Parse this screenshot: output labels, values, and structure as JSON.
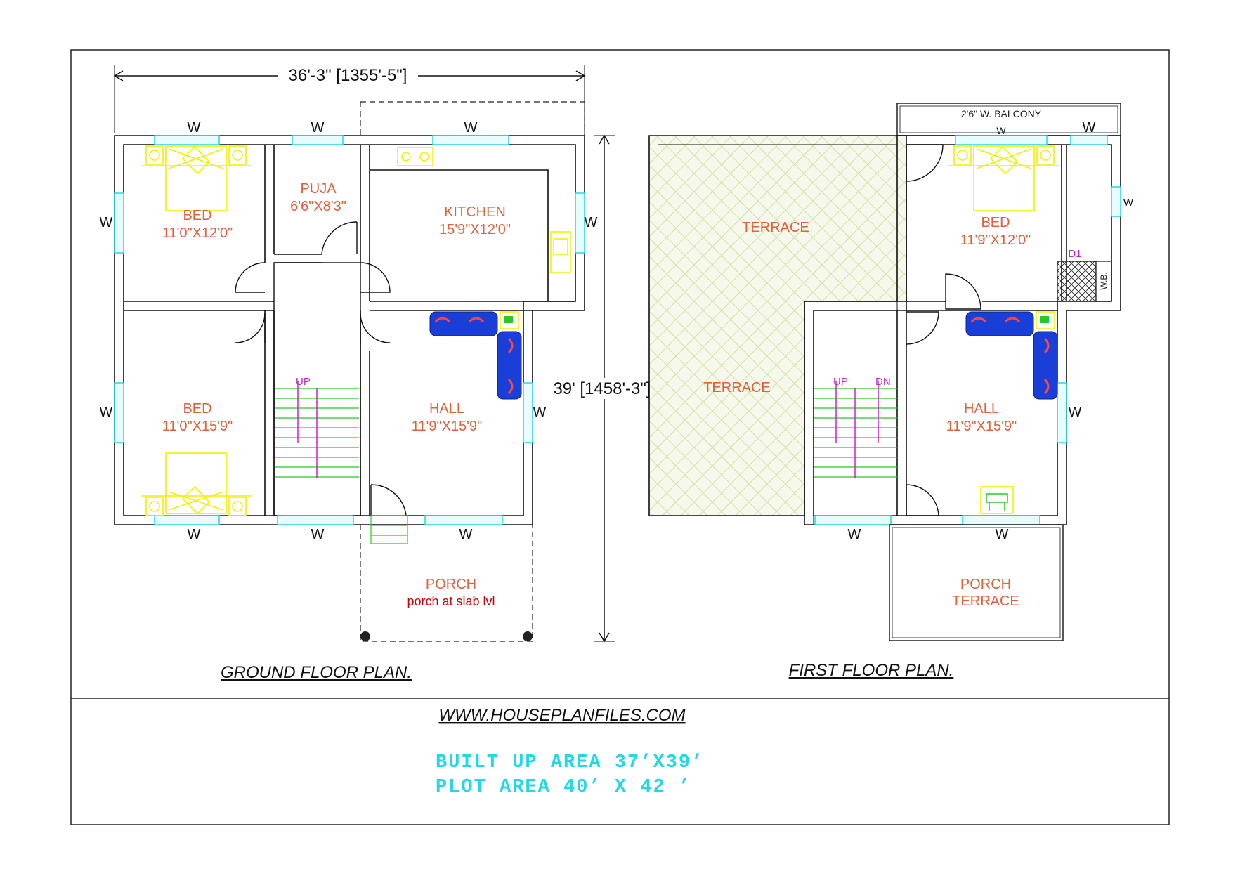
{
  "sheet": {
    "website": "WWW.HOUSEPLANFILES.COM",
    "built_up_area": "BUILT UP AREA 37’X39’",
    "plot_area": "PLOT AREA 40’ X 42 ’"
  },
  "ground_floor": {
    "title": "GROUND FLOOR PLAN.",
    "width_dimension": "36'-3\" [1355'-5\"]",
    "depth_dimension": "39' [1458'-3\"]",
    "window_label": "W",
    "rooms": {
      "bed_top": {
        "name": "BED",
        "size": "11'0\"X12'0\""
      },
      "puja": {
        "name": "PUJA",
        "size": "6'6\"X8'3\""
      },
      "kitchen": {
        "name": "KITCHEN",
        "size": "15'9\"X12'0\""
      },
      "bed_bottom": {
        "name": "BED",
        "size": "11'0\"X15'9\""
      },
      "hall": {
        "name": "HALL",
        "size": "11'9\"X15'9\""
      },
      "porch": {
        "name": "PORCH",
        "note": "porch at slab lvl"
      }
    },
    "stair_label": "UP"
  },
  "first_floor": {
    "title": "FIRST FLOOR PLAN.",
    "window_label": "W",
    "balcony_label": "2'6\" W. BALCONY",
    "terrace_label": "TERRACE",
    "rooms": {
      "bed": {
        "name": "BED",
        "size": "11'9\"X12'0\""
      },
      "hall": {
        "name": "HALL",
        "size": "11'9\"X15'9\""
      },
      "porch_terrace_line1": "PORCH",
      "porch_terrace_line2": "TERRACE"
    },
    "door_tag": "D1",
    "wash_basin_tag": "W.B.",
    "stair_up": "UP",
    "stair_down": "DN"
  },
  "colors": {
    "room_text": "#e0603a",
    "furniture": "#f0f000",
    "sofa": "#1a3fd8",
    "window": "#22d8e6",
    "stair_arrow": "#cc22cc",
    "stair_treads": "#22cc22",
    "area_text": "#22d8e6",
    "terrace_hatch": "#cfe0a0"
  }
}
